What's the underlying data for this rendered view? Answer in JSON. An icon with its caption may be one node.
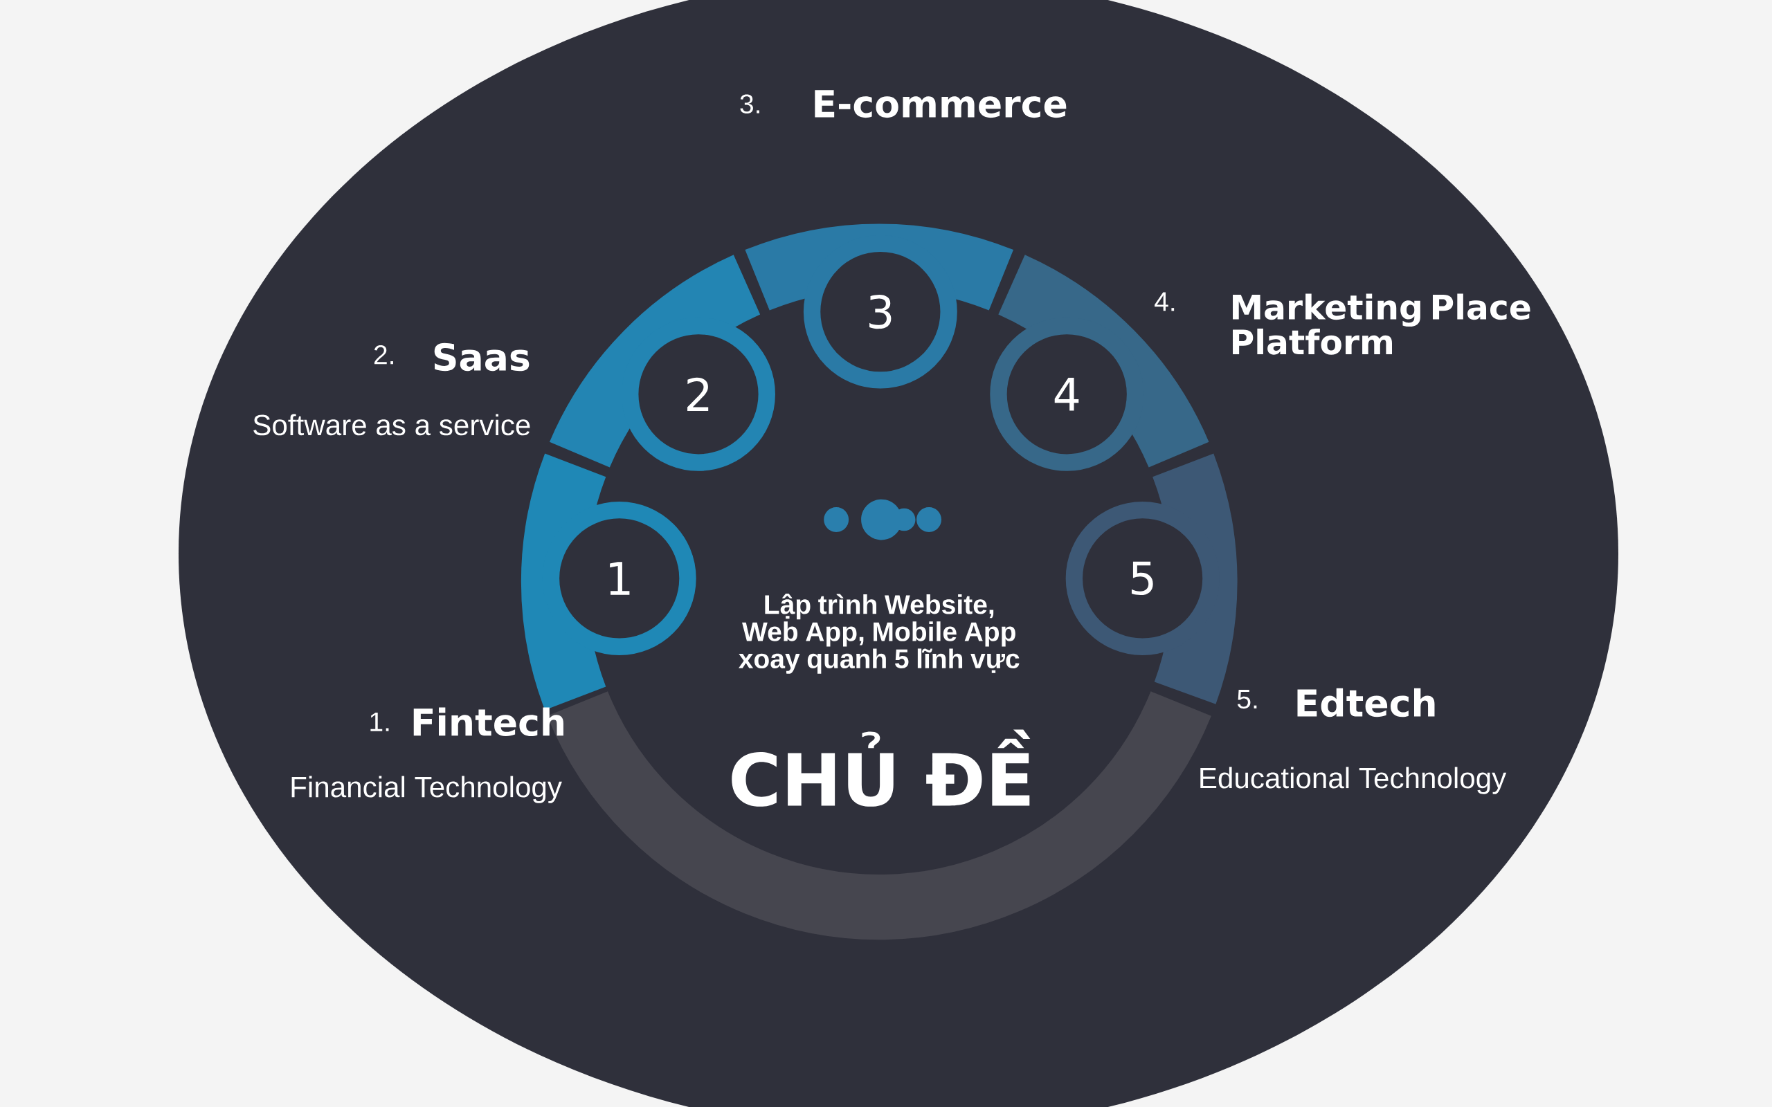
{
  "diagram": {
    "nodes": [
      {
        "text": [
          "1"
        ]
      },
      {
        "text": [
          "2"
        ]
      },
      {
        "text": [
          "3"
        ]
      },
      {
        "text": [
          "4"
        ]
      },
      {
        "text": [
          "5"
        ]
      }
    ],
    "labels": [
      "3.",
      "E-commerce",
      "2.",
      "Saas",
      "Software as a service",
      "4.",
      "Marketing Place Platform",
      "Lập trình Website, Web App, Mobile App xoay quanh 5 lĩnh vực",
      "1.",
      "Fintech",
      "Financial Technology",
      "5.",
      "Edtech",
      "Educational Technology",
      "CHỦ ĐỀ"
    ]
  }
}
